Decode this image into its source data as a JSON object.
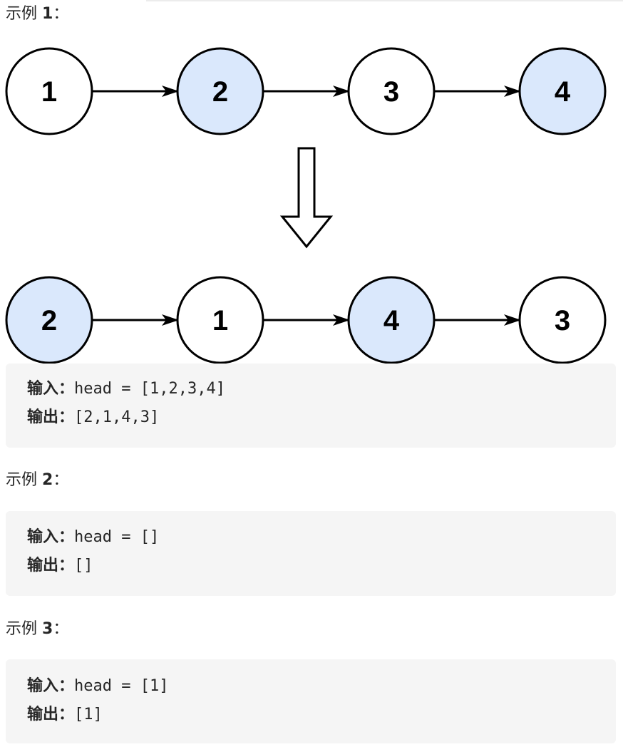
{
  "examples": [
    {
      "heading_prefix": "示例 ",
      "heading_number": "1",
      "heading_suffix": "：",
      "input_label": "输入：",
      "input_value": "head = [1,2,3,4]",
      "output_label": "输出：",
      "output_value": "[2,1,4,3]"
    },
    {
      "heading_prefix": "示例 ",
      "heading_number": "2",
      "heading_suffix": "：",
      "input_label": "输入：",
      "input_value": "head = []",
      "output_label": "输出：",
      "output_value": "[]"
    },
    {
      "heading_prefix": "示例 ",
      "heading_number": "3",
      "heading_suffix": "：",
      "input_label": "输入：",
      "input_value": "head = [1]",
      "output_label": "输出：",
      "output_value": "[1]"
    }
  ],
  "diagram": {
    "before": {
      "nodes": [
        {
          "label": "1",
          "highlighted": false
        },
        {
          "label": "2",
          "highlighted": true
        },
        {
          "label": "3",
          "highlighted": false
        },
        {
          "label": "4",
          "highlighted": true
        }
      ]
    },
    "after": {
      "nodes": [
        {
          "label": "2",
          "highlighted": true
        },
        {
          "label": "1",
          "highlighted": false
        },
        {
          "label": "4",
          "highlighted": true
        },
        {
          "label": "3",
          "highlighted": false
        }
      ]
    },
    "colors": {
      "highlight_fill": "#dae8fc",
      "plain_fill": "#ffffff",
      "stroke": "#000000"
    }
  }
}
